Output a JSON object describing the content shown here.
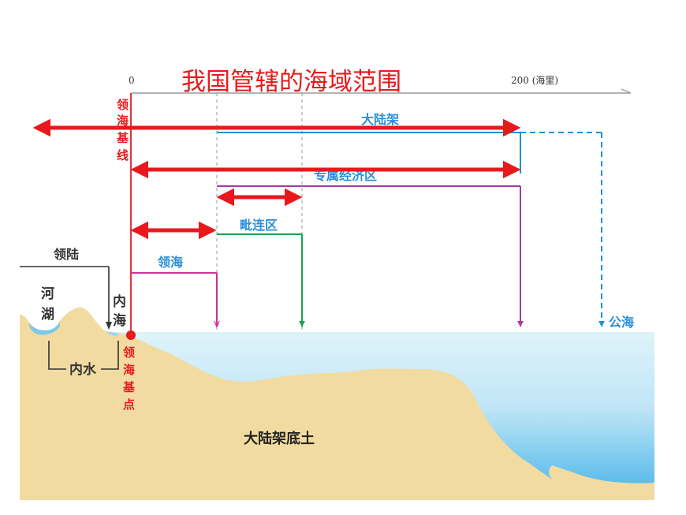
{
  "title": "我国管辖的海域范围",
  "axis": {
    "origin_label": "0",
    "end_label": "200 (海里)"
  },
  "labels": {
    "baseline": "领海基线",
    "continental_shelf": "大陆架",
    "eez": "专属经济区",
    "contiguous_zone": "毗连区",
    "territorial_sea": "领海",
    "high_seas": "公海",
    "land_territory": "领陆",
    "river_lake": "河湖",
    "inland_sea": "内海",
    "internal_waters": "内水",
    "basepoint": "领海基点",
    "seabed_subsoil": "大陆架底土"
  },
  "colors": {
    "title": "#e8191c",
    "arrow": "#e8191c",
    "baseline": "#e8191c",
    "continental_shelf": "#1e90d6",
    "eez": "#a63aa3",
    "contiguous_zone": "#1fa04a",
    "territorial_sea": "#cc3399",
    "label_blue": "#2a8fd8",
    "sea": "#bfe6f6",
    "sea_deep": "#2ea6e2",
    "land": "#f2dba0"
  }
}
